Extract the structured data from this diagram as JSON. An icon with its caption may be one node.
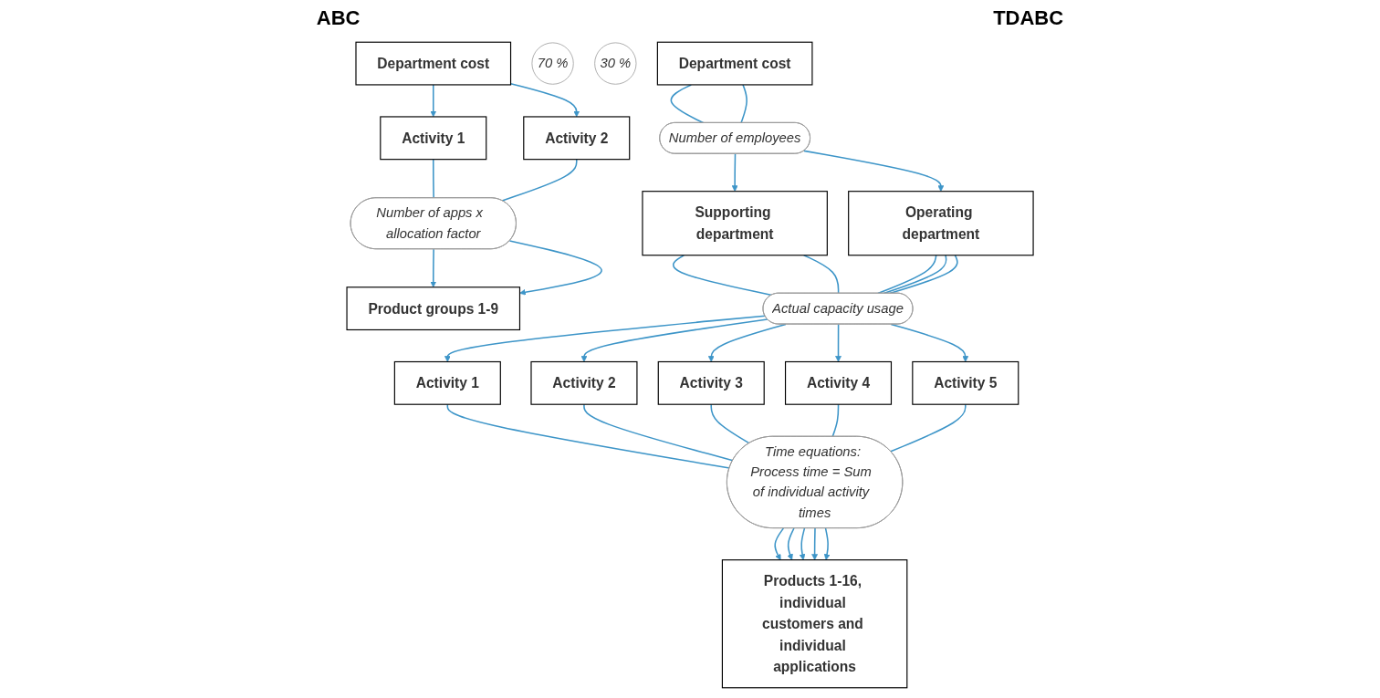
{
  "diagram": {
    "nodes": [
      {
        "text": [
          "Department cost"
        ]
      },
      {
        "text": [
          "70 %"
        ]
      },
      {
        "text": [
          "30 %"
        ]
      },
      {
        "text": [
          "Activity 1"
        ]
      },
      {
        "text": [
          "Activity 2"
        ]
      },
      {
        "text": [
          "Number of apps x  allocation factor"
        ]
      },
      {
        "text": [
          "Product groups 1-9"
        ]
      },
      {
        "text": [
          "Department cost"
        ]
      },
      {
        "text": [
          "Number of employees"
        ]
      },
      {
        "text": [
          "Supporting department"
        ]
      },
      {
        "text": [
          "Operating department"
        ]
      },
      {
        "text": [
          "Actual capacity usage"
        ]
      },
      {
        "text": [
          "Activity 1"
        ]
      },
      {
        "text": [
          "Activity 2"
        ]
      },
      {
        "text": [
          "Activity 3"
        ]
      },
      {
        "text": [
          "Activity 4"
        ]
      },
      {
        "text": [
          "Activity 5"
        ]
      },
      {
        "text": [
          "Time equations: Process time = Sum  of individual activity  times"
        ]
      },
      {
        "text": [
          "Products 1-16, individual customers and individual applications"
        ]
      }
    ],
    "edges": [
      {
        "from": 0,
        "to": 3,
        "arrow": "to"
      },
      {
        "from": 0,
        "to": 4,
        "arrow": "to"
      },
      {
        "from": 3,
        "to": 5,
        "arrow": "none"
      },
      {
        "from": 4,
        "to": 5,
        "arrow": "none"
      },
      {
        "from": 5,
        "to": 6,
        "arrow": "to"
      },
      {
        "from": 5,
        "to": 6,
        "arrow": "to"
      },
      {
        "from": 7,
        "to": 8,
        "arrow": "none"
      },
      {
        "from": 7,
        "to": 8,
        "arrow": "none"
      },
      {
        "from": 8,
        "to": 9,
        "arrow": "to"
      },
      {
        "from": 8,
        "to": 10,
        "arrow": "to"
      },
      {
        "from": 9,
        "to": 11,
        "arrow": "none"
      },
      {
        "from": 9,
        "to": 11,
        "arrow": "none"
      },
      {
        "from": 10,
        "to": 11,
        "arrow": "none"
      },
      {
        "from": 10,
        "to": 11,
        "arrow": "none"
      },
      {
        "from": 10,
        "to": 11,
        "arrow": "none"
      },
      {
        "from": 11,
        "to": 12,
        "arrow": "to"
      },
      {
        "from": 11,
        "to": 13,
        "arrow": "to"
      },
      {
        "from": 11,
        "to": 14,
        "arrow": "to"
      },
      {
        "from": 11,
        "to": 15,
        "arrow": "to"
      },
      {
        "from": 11,
        "to": 16,
        "arrow": "to"
      },
      {
        "from": 12,
        "to": 17,
        "arrow": "none"
      },
      {
        "from": 13,
        "to": 17,
        "arrow": "none"
      },
      {
        "from": 14,
        "to": 17,
        "arrow": "none"
      },
      {
        "from": 15,
        "to": 17,
        "arrow": "none"
      },
      {
        "from": 16,
        "to": 17,
        "arrow": "none"
      },
      {
        "from": 17,
        "to": 18,
        "arrow": "to"
      },
      {
        "from": 17,
        "to": 18,
        "arrow": "to"
      },
      {
        "from": 17,
        "to": 18,
        "arrow": "to"
      },
      {
        "from": 17,
        "to": 18,
        "arrow": "to"
      },
      {
        "from": 17,
        "to": 18,
        "arrow": "to"
      }
    ],
    "labels": [
      "ABC",
      "TDABC"
    ]
  }
}
